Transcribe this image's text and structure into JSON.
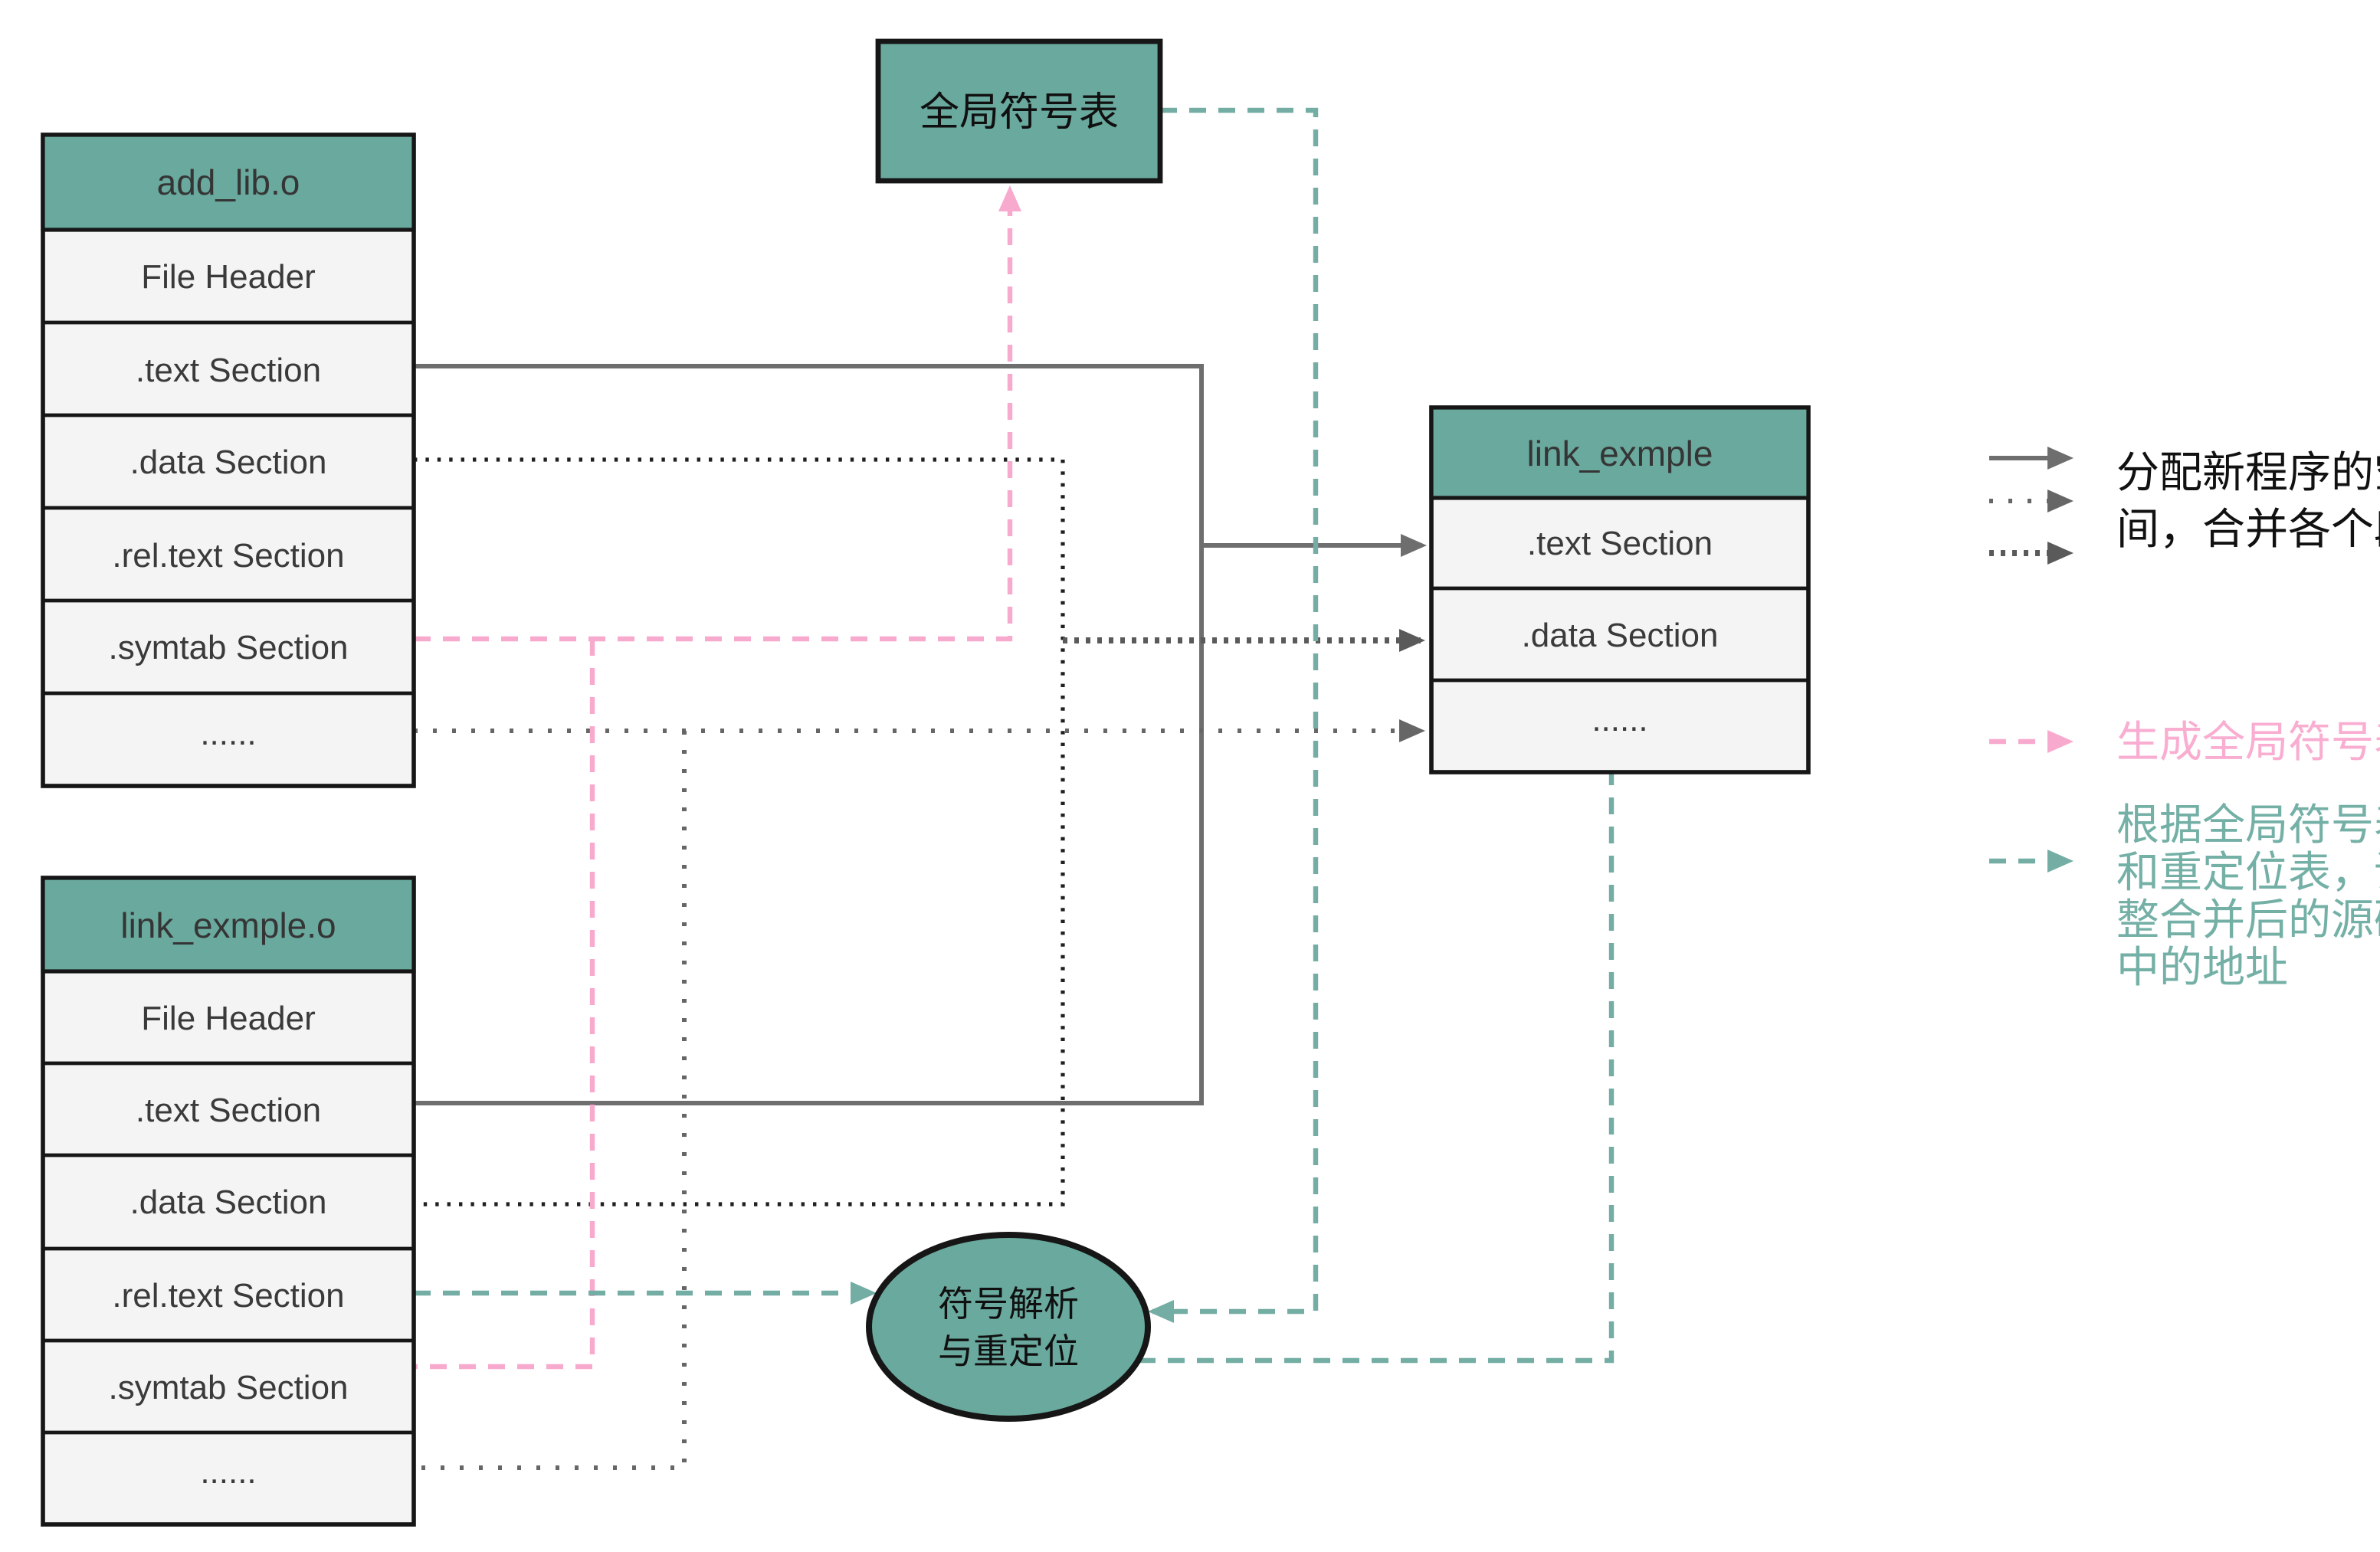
{
  "boxes": {
    "add_lib": {
      "title": "add_lib.o",
      "rows": [
        "File Header",
        ".text Section",
        ".data Section",
        ".rel.text Section",
        ".symtab Section",
        "......"
      ]
    },
    "link_exmple_o": {
      "title": "link_exmple.o",
      "rows": [
        "File Header",
        ".text Section",
        ".data Section",
        ".rel.text Section",
        ".symtab Section",
        "......"
      ]
    },
    "link_exmple_out": {
      "title": "link_exmple",
      "rows": [
        ".text Section",
        ".data Section",
        "......"
      ]
    },
    "global_symtab": {
      "title": "全局符号表"
    },
    "resolve_ellipse": {
      "lines": [
        "符号解析",
        "与重定位"
      ]
    }
  },
  "legend": {
    "merge": {
      "lines": [
        "分配新程序的空",
        "间，合并各个段"
      ]
    },
    "gen_symtab": {
      "label": "生成全局符号表"
    },
    "relocate": {
      "lines": [
        "根据全局符号表",
        "和重定位表，调",
        "整合并后的源码",
        "中的地址"
      ]
    }
  },
  "colors": {
    "node_fill_teal": "#6aa99e",
    "row_fill": "#f4f4f4",
    "border": "#161616",
    "label_text": "#3a3a3a",
    "solid_gray_edge": "#6e6e6e",
    "black_dotted_edge": "#202020",
    "dense_dotted_edge": "#5a5a5a",
    "sparse_dotted_edge": "#666666",
    "pink_edge": "#f8a9ce",
    "teal_edge": "#73ada3",
    "legend_text_black": "#111111",
    "legend_text_pink": "#f9aed1",
    "legend_text_teal": "#74b0a6"
  }
}
